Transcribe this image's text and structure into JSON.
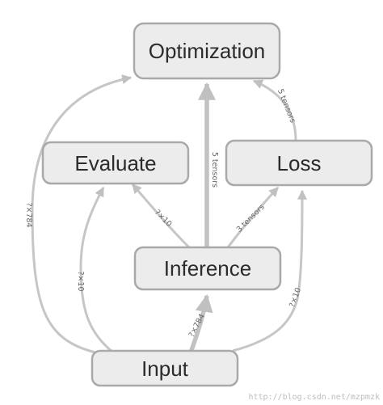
{
  "nodes": {
    "optimization": "Optimization",
    "evaluate": "Evaluate",
    "loss": "Loss",
    "inference": "Inference",
    "input": "Input"
  },
  "edge_labels": {
    "input_to_optimization": "?×784",
    "input_to_evaluate": "?×10",
    "input_to_inference": "?×784",
    "input_to_loss": "?×10",
    "inference_to_evaluate": "?×10",
    "inference_to_loss": "3 tensors",
    "inference_to_optimization": "5 tensors",
    "loss_to_optimization": "5 tensors"
  },
  "watermark": "http://blog.csdn.net/mzpmzk"
}
